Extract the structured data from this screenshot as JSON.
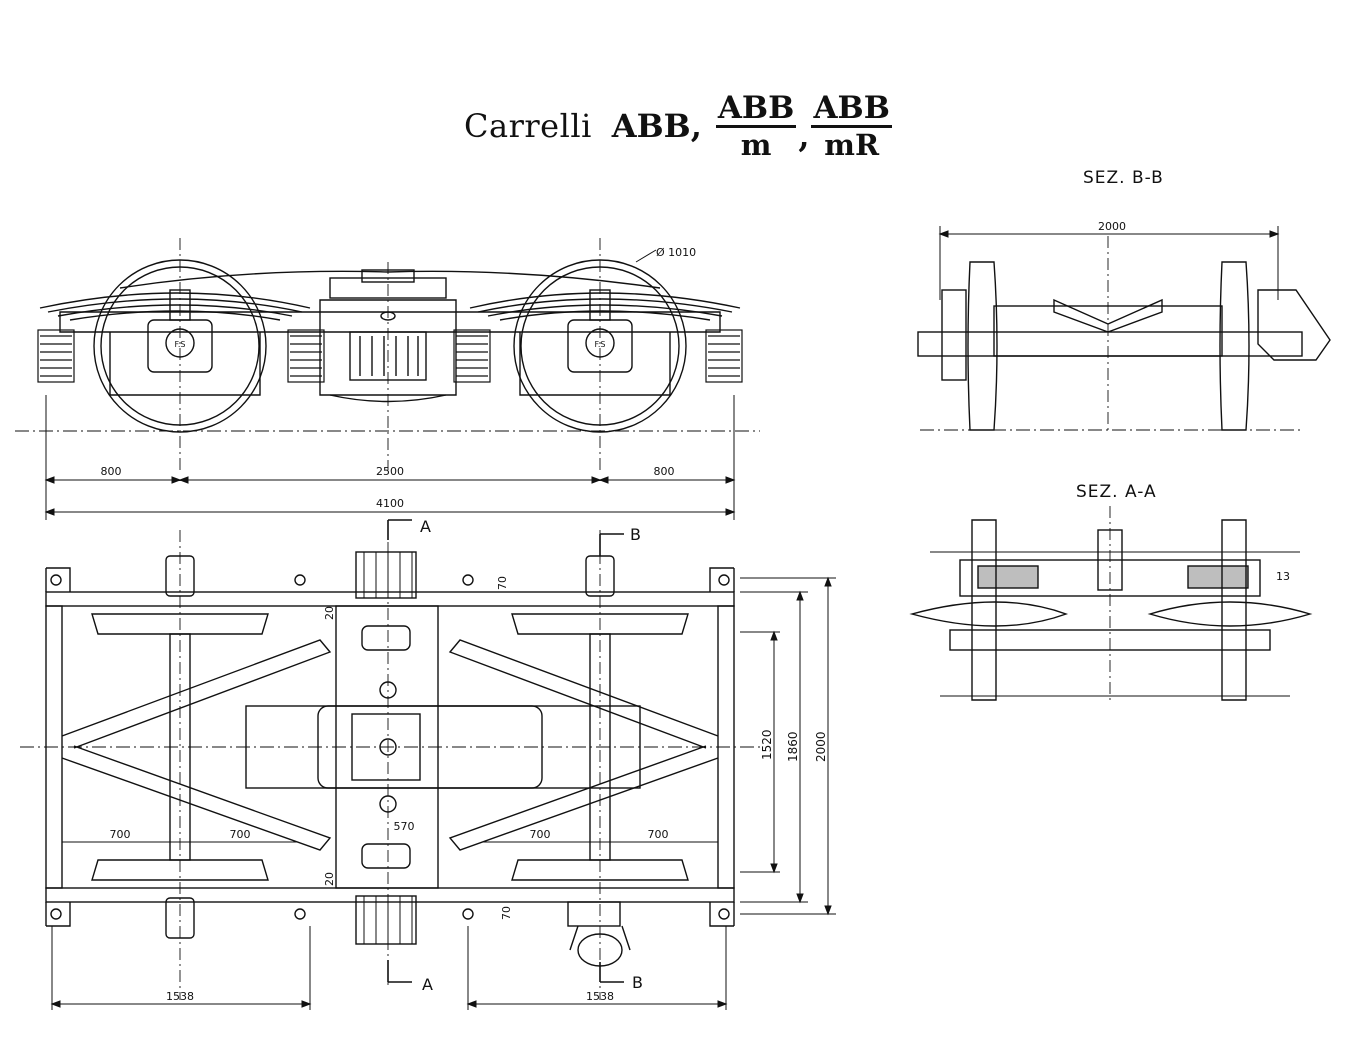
{
  "title": {
    "prefix": "Carrelli",
    "part1": "ABB,",
    "frac1_num": "ABB",
    "frac1_den": "m",
    "sep": ",",
    "frac2_num": "ABB",
    "frac2_den": "mR"
  },
  "sections": {
    "bb": "SEZ. B-B",
    "aa": "SEZ. A-A"
  },
  "dimensions": {
    "wheel_dia": "Ø 1010",
    "left_overhang": "800",
    "wheelbase": "2500",
    "right_overhang": "800",
    "overall_length": "4100",
    "bb_gauge": "2000",
    "dim_1520": "1520",
    "dim_1860": "1860",
    "dim_2000": "2000",
    "h70_top": "70",
    "h70_bottom": "70",
    "d20_top": "20",
    "d20_bottom": "20",
    "left_700a": "700",
    "left_700b": "700",
    "right_700a": "700",
    "right_700b": "700",
    "center_570": "570",
    "left_1538": "1538",
    "right_1538": "1538",
    "aa_13": "13"
  },
  "section_markers": {
    "a_top": "A",
    "a_bottom": "A",
    "b_top": "B",
    "b_bottom": "B"
  },
  "box_marks": {
    "left": "F.S",
    "right": "F.S"
  }
}
